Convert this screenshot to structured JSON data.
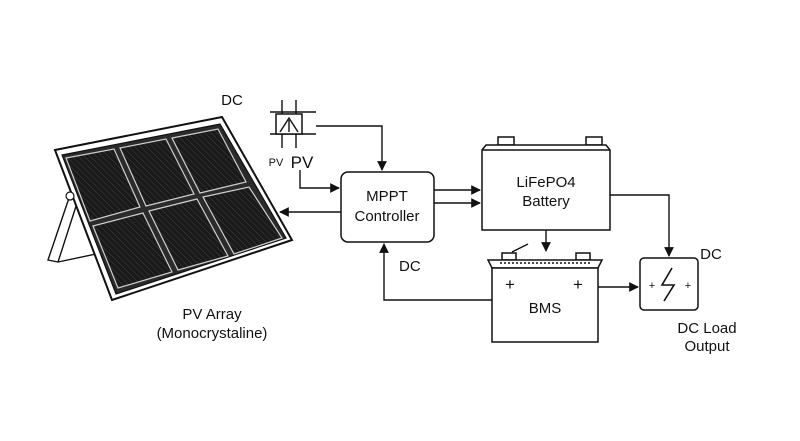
{
  "labels": {
    "dc_top_left": "DC",
    "pv_small": "PV",
    "pv_big": "PV",
    "mppt_line1": "MPPT",
    "mppt_line2": "Controller",
    "battery_line1": "LiFePO4",
    "battery_line2": "Battery",
    "bms": "BMS",
    "dc_feedback": "DC",
    "dc_right": "DC",
    "load_line1": "DC Load",
    "load_line2": "Output",
    "array_line1": "PV Array",
    "array_line2": "(Monocrystaline)",
    "plus": "+",
    "minus": "–"
  }
}
